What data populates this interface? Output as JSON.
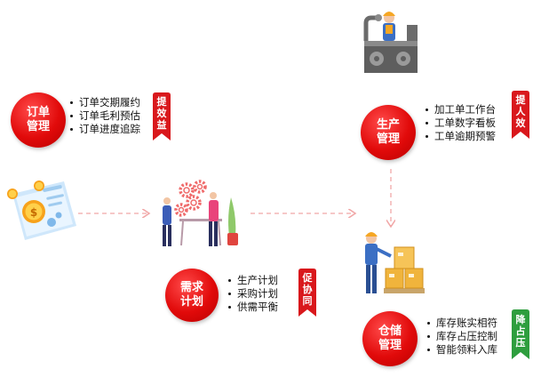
{
  "nodes": {
    "order": {
      "title_line1": "订单",
      "title_line2": "管理",
      "items": [
        "订单交期履约",
        "订单毛利预估",
        "订单进度追踪"
      ],
      "badge": [
        "提",
        "效",
        "益"
      ]
    },
    "production": {
      "title_line1": "生产",
      "title_line2": "管理",
      "items": [
        "加工单工作台",
        "工单数字看板",
        "工单逾期预警"
      ],
      "badge": [
        "提",
        "人",
        "效"
      ]
    },
    "demand": {
      "title_line1": "需求",
      "title_line2": "计划",
      "items": [
        "生产计划",
        "采购计划",
        "供需平衡"
      ],
      "badge": [
        "促",
        "协",
        "同"
      ]
    },
    "warehouse": {
      "title_line1": "仓储",
      "title_line2": "管理",
      "items": [
        "库存账实相符",
        "库存占压控制",
        "智能领料入库"
      ],
      "badge": [
        "降",
        "占",
        "压"
      ]
    }
  },
  "colors": {
    "circle": "#e10a0a",
    "badge_red": "#d9181c",
    "badge_green": "#2e9e3e",
    "arrow": "#f1a7a7"
  }
}
